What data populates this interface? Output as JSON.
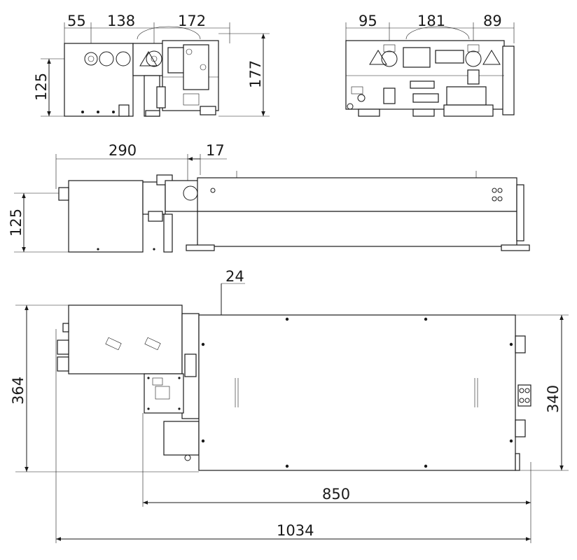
{
  "dimensions": {
    "front_view": {
      "left_offset": "55",
      "center_section": "138",
      "right_section": "172",
      "height_lower": "125",
      "height_total": "177"
    },
    "rear_view": {
      "left_section": "95",
      "center_section": "181",
      "right_section": "89"
    },
    "side_view": {
      "overhang": "290",
      "gap": "17",
      "height": "125"
    },
    "top_view": {
      "offset": "24",
      "depth_total": "364",
      "depth_body": "340",
      "body_length": "850",
      "overall_length": "1034"
    }
  },
  "colors": {
    "ink": "#1a1a1a",
    "background": "#ffffff"
  }
}
